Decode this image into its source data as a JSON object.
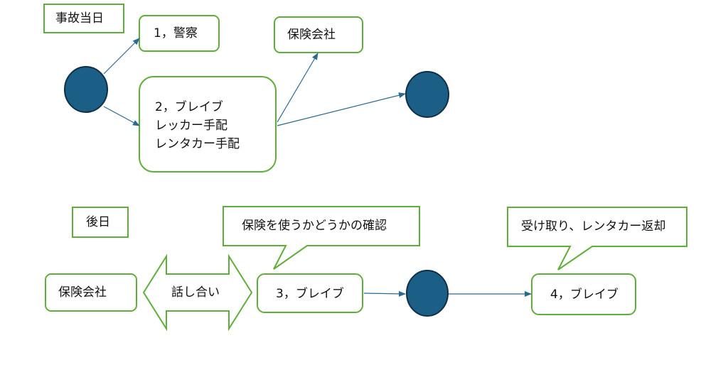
{
  "day_of_accident": {
    "header": "事故当日",
    "police": "1，警察",
    "insurance": "保険会社",
    "step2_lines": [
      "2，ブレイブ",
      "レッカー手配",
      "レンタカー手配"
    ]
  },
  "later": {
    "header": "後日",
    "insurance": "保険会社",
    "discussion": "話し合い",
    "step3": "3，ブレイブ",
    "step3_callout": "保険を使うかどうかの確認",
    "step4": "4，ブレイブ",
    "step4_callout": "受け取り、レンタカー返却"
  },
  "colors": {
    "node_border": "#5fae3a",
    "circle_fill": "#1b5f86",
    "arrow": "#2a6a93"
  }
}
